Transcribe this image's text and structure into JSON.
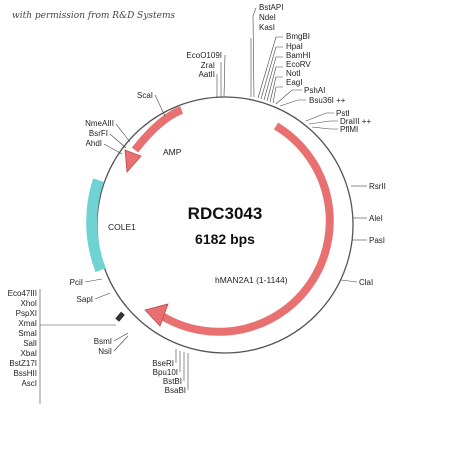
{
  "permission": "with permission from R&D Systems",
  "plasmid": {
    "name": "RDC3043",
    "size": "6182 bps"
  },
  "features": {
    "amp": "AMP",
    "cole1": "COLE1",
    "insert": "hMAN2A1 (1-1144)"
  },
  "sites": {
    "top": [
      "BstAPI",
      "NdeI",
      "KasI"
    ],
    "mcs_upper": [
      "BmgBI",
      "HpaI",
      "BamHI",
      "EcoRV",
      "NotI",
      "EagI",
      "PshAI",
      "Bsu36I ++"
    ],
    "upper_right": [
      "PstI",
      "DraIII ++",
      "PflMI"
    ],
    "right": [
      "RsrII",
      "AleI",
      "PasI",
      "ClaI"
    ],
    "upper_left": [
      "EcoO109I",
      "ZraI",
      "AatII"
    ],
    "left_upper": [
      "ScaI"
    ],
    "left_mid": [
      "NmeAIII",
      "BsrFI",
      "AhdI"
    ],
    "left_lower": [
      "PciI",
      "SapI"
    ],
    "mcs_lower": [
      "Eco47III",
      "XhoI",
      "PspXI",
      "XmaI",
      "SmaI",
      "SalI",
      "XbaI",
      "BstZ17I",
      "BssHII",
      "AscI"
    ],
    "bottom_left": [
      "BsmI",
      "NsiI"
    ],
    "bottom": [
      "BseRI",
      "Bpu10I",
      "BstBI",
      "BsaBI"
    ]
  },
  "colors": {
    "insert_arrow": "#e87070",
    "amp_arrow": "#e87070",
    "cole1_block": "#6fd3d3",
    "backbone": "#555555"
  }
}
